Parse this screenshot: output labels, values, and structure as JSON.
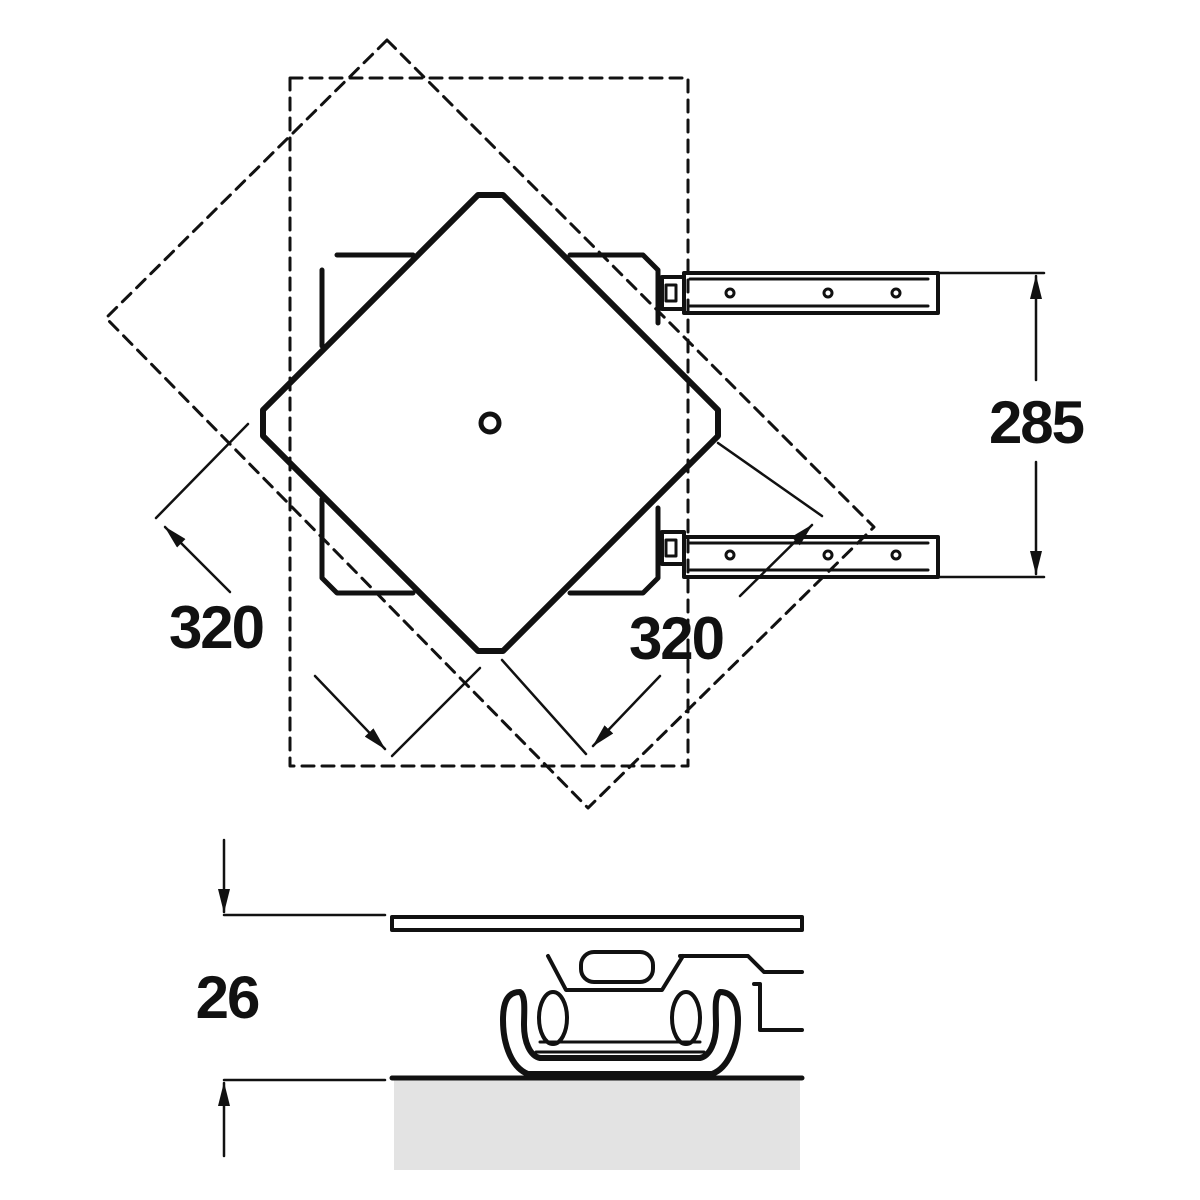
{
  "dimensions": {
    "diagonal_left": "320",
    "diagonal_right": "320",
    "rail_spacing": "285",
    "height": "26"
  },
  "colors": {
    "line": "#111111",
    "base_fill": "#e3e3e3",
    "background": "#ffffff"
  }
}
